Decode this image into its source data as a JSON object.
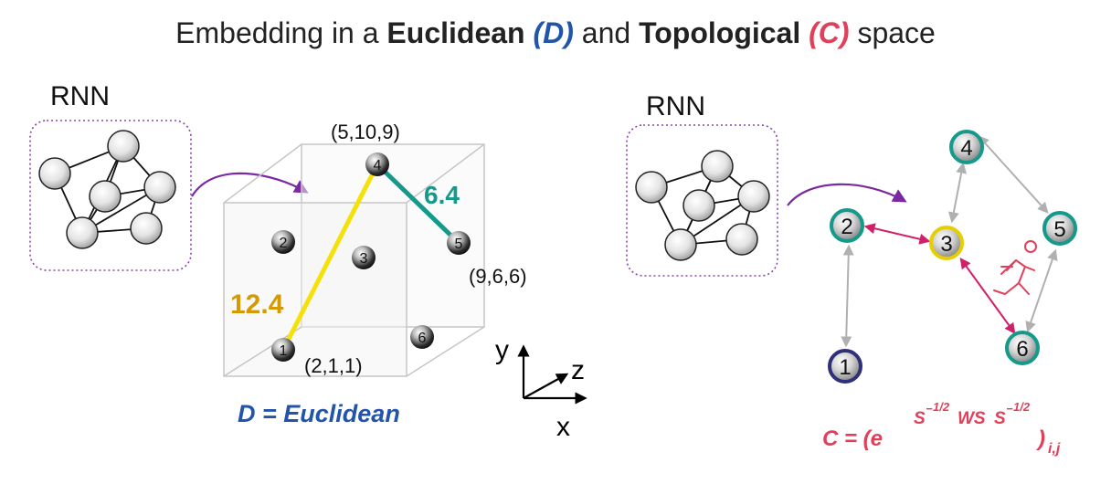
{
  "title": {
    "prefix": "Embedding in a ",
    "euclid": "Euclidean",
    "euclid_var_open": "(",
    "euclid_var": "D",
    "euclid_var_close": ")",
    "and": " and ",
    "topo": "Topological",
    "topo_var_open": "(",
    "topo_var": "C",
    "topo_var_close": ")",
    "suffix": " space"
  },
  "left": {
    "rnn_label": "RNN",
    "nodes": [
      "1",
      "2",
      "3",
      "4",
      "5",
      "6"
    ],
    "coord_4": "(5,10,9)",
    "coord_5": "(9,6,6)",
    "coord_1": "(2,1,1)",
    "dist_1_4": "12.4",
    "dist_4_5": "6.4",
    "axis_y": "y",
    "axis_z": "z",
    "axis_x": "x",
    "formula": "D = Euclidean"
  },
  "right": {
    "rnn_label": "RNN",
    "nodes": [
      "1",
      "2",
      "3",
      "4",
      "5",
      "6"
    ],
    "formula_lhs": "C = (e",
    "formula_s1": "S",
    "formula_exp1": "−",
    "formula_half": "1/2",
    "formula_mid": "WS",
    "formula_close": ")",
    "formula_sub": "i,j"
  },
  "colors": {
    "euclid_blue": "#2255aa",
    "topo_red": "#e0405a",
    "yellow_edge": "#f5e10a",
    "teal_edge": "#14998a",
    "dist_label_gold": "#d49a00",
    "rnn_border": "#8a44a8",
    "arrow_purple": "#7a2aa0",
    "magenta_arrow": "#d0206a",
    "gray_arrow": "#b0b0b0"
  }
}
